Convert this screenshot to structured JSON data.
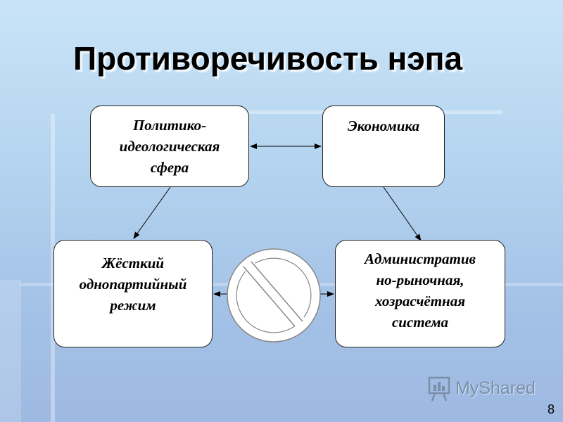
{
  "title": "Противоречивость нэпа",
  "nodes": {
    "political": "Политико-\nидеологическая\nсфера",
    "economy": "Экономика",
    "regime": "Жёсткий\nоднопартийный\nрежим",
    "system": "Административ\nно-рыночная,\nхозрасчётная\nсистема"
  },
  "watermark": "MyShared",
  "page_number": "8",
  "colors": {
    "background_top": "#c9e4f8",
    "background_bottom": "#9eb9e2",
    "node_fill": "#ffffff",
    "prohibition_sign": "#ffffff"
  },
  "icons": {
    "prohibition": "prohibition-sign-icon",
    "watermark": "presentation-board-icon"
  }
}
